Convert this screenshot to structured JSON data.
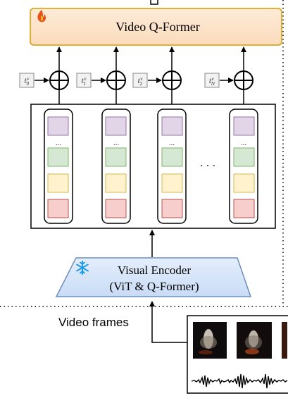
{
  "qformer": {
    "title": "Video Q-Former",
    "icon": "fire-icon"
  },
  "positions": [
    {
      "base": "t",
      "sup": "v",
      "sub": "0"
    },
    {
      "base": "t",
      "sup": "v",
      "sub": "1"
    },
    {
      "base": "t",
      "sup": "v",
      "sub": "2"
    },
    {
      "base": "t",
      "sup": "v",
      "sub": "N"
    }
  ],
  "frames": {
    "token_dots": "...",
    "between_dots": ". . .",
    "token_colors": [
      "#e1d5e7",
      "#d5e8d4",
      "#fff2cc",
      "#f8cecc"
    ]
  },
  "encoder": {
    "line1": "Visual Encoder",
    "line2": "(ViT & Q-Former)",
    "icon": "snowflake-icon"
  },
  "video": {
    "label": "Video frames"
  },
  "colors": {
    "qformer_fill": "#fce4cc",
    "qformer_stroke": "#d79b00",
    "encoder_fill": "#dae8fc",
    "encoder_stroke": "#6c8ebf"
  }
}
